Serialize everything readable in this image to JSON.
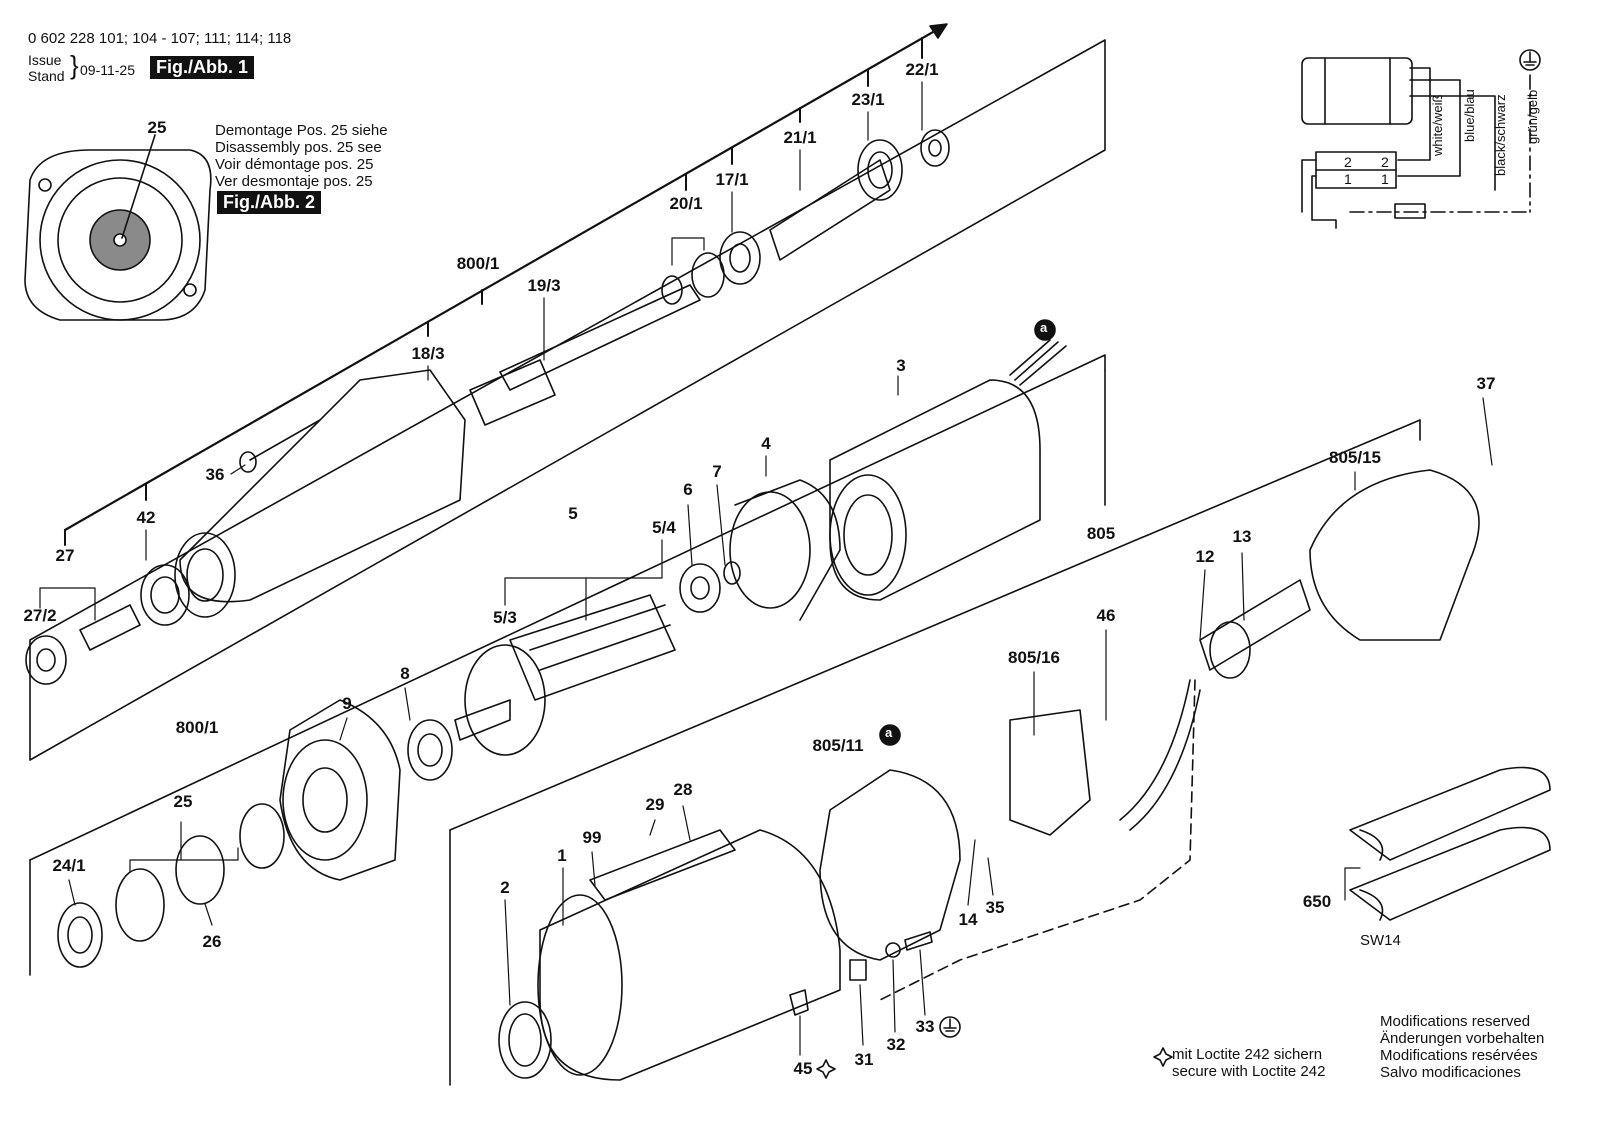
{
  "header": {
    "model_line": "0 602 228 101; 104 - 107; 111; 114; 118",
    "issue_label": "Issue",
    "stand_label": "Stand",
    "date": "09-11-25",
    "fig1_label": "Fig./Abb. 1"
  },
  "inset": {
    "part_number": "25",
    "instructions": [
      "Demontage Pos. 25 siehe",
      "Disassembly pos. 25 see",
      "Voir démontage pos. 25",
      "Ver desmontaje pos. 25"
    ],
    "fig2_label": "Fig./Abb. 2"
  },
  "wiring": {
    "labels": [
      "white/weiß",
      "blue/blau",
      "black/schwarz",
      "grün/gelb"
    ],
    "terminals": [
      "2",
      "2",
      "1",
      "1"
    ]
  },
  "part_numbers": {
    "p22_1": "22/1",
    "p23_1": "23/1",
    "p21_1": "21/1",
    "p17_1": "17/1",
    "p20_1": "20/1",
    "p800_1a": "800/1",
    "p19_3": "19/3",
    "p18_3": "18/3",
    "p36": "36",
    "p42": "42",
    "p27": "27",
    "p27_2": "27/2",
    "p3": "3",
    "p4": "4",
    "p7": "7",
    "p6": "6",
    "p5": "5",
    "p5_4": "5/4",
    "p5_3": "5/3",
    "p8": "8",
    "p9": "9",
    "p800_1b": "800/1",
    "p25": "25",
    "p24_1": "24/1",
    "p26": "26",
    "p37": "37",
    "p805_15": "805/15",
    "p805": "805",
    "p13": "13",
    "p12": "12",
    "p46": "46",
    "p805_16": "805/16",
    "p805_11": "805/11",
    "p28": "28",
    "p29": "29",
    "p99": "99",
    "p1": "1",
    "p2": "2",
    "p14": "14",
    "p35": "35",
    "p31": "31",
    "p32": "32",
    "p33": "33",
    "p45": "45",
    "p650": "650",
    "pSW14": "SW14",
    "pA1": "a",
    "pA2": "a"
  },
  "loctite_note": {
    "line1": "mit Loctite 242 sichern",
    "line2": "secure with Loctite 242"
  },
  "modifications": [
    "Modifications reserved",
    "Änderungen vorbehalten",
    "Modifications resérvées",
    "Salvo modificaciones"
  ],
  "colors": {
    "ink": "#111111",
    "paper": "#ffffff",
    "shade": "#8a8a8a"
  }
}
